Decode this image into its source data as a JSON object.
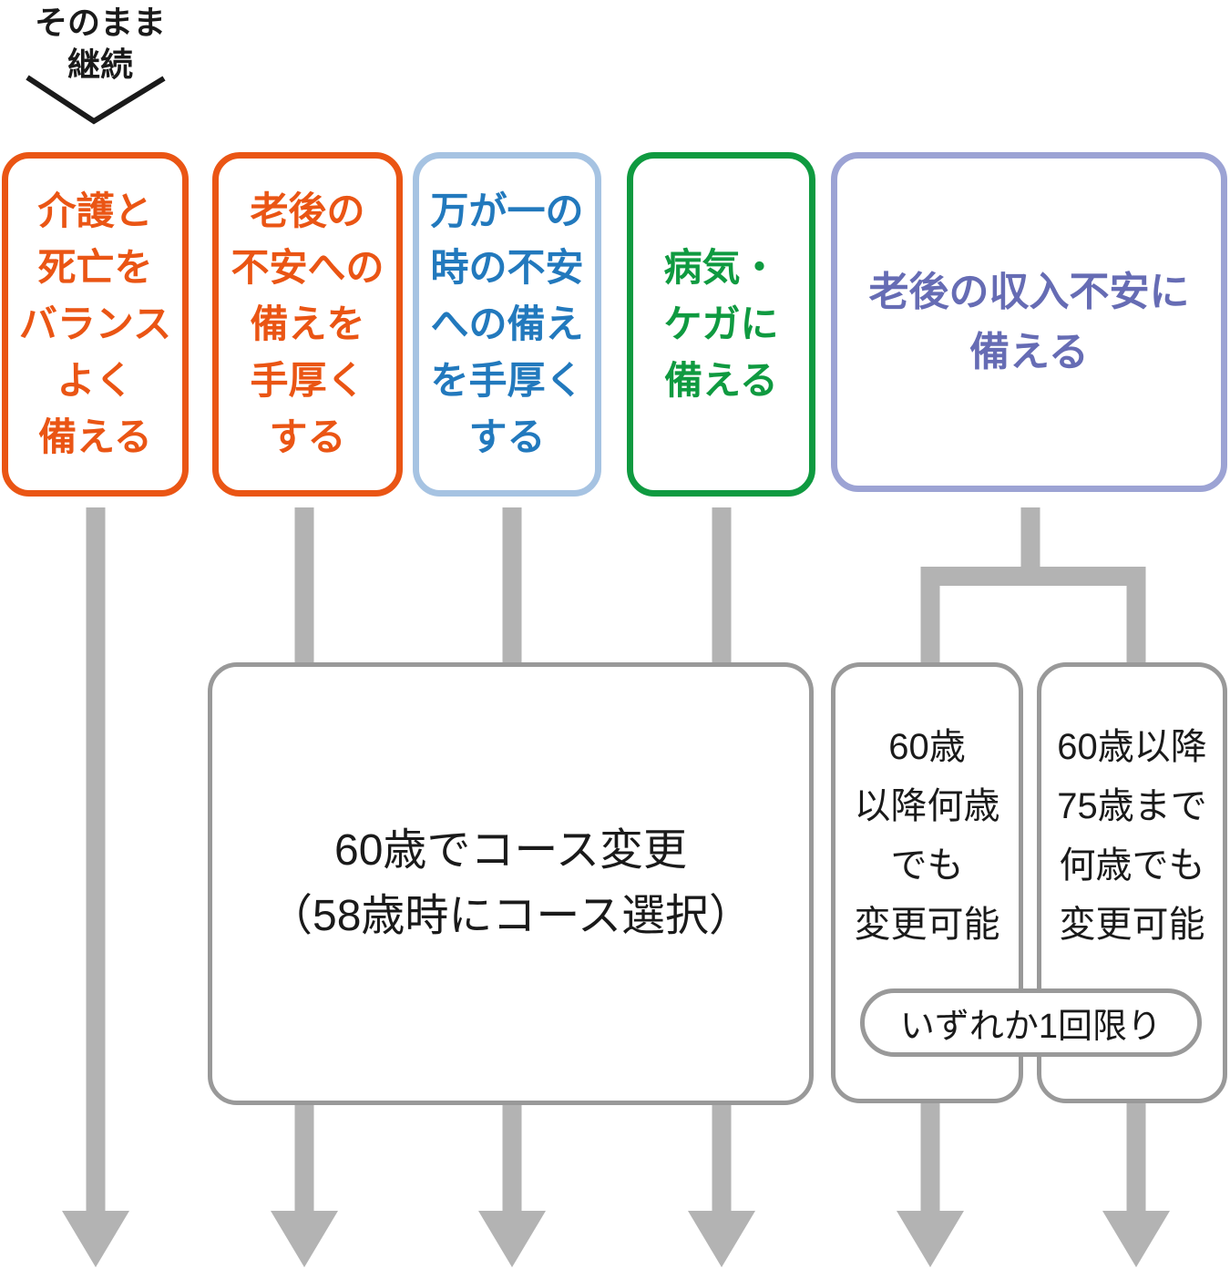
{
  "palette": {
    "orange": "#ea5514",
    "blue_text": "#2279bd",
    "blue_border": "#a6c3e2",
    "green": "#0f9a40",
    "purple_text": "#666cb4",
    "purple_border": "#9ca3d4",
    "arrow_gray": "#b3b3b3",
    "gray_box_border": "#999999",
    "black_text": "#1a1a1a"
  },
  "top_label": {
    "line1": "そのまま",
    "line2": "継続"
  },
  "course_boxes": [
    {
      "color": "orange",
      "lines": [
        "介護と",
        "死亡を",
        "バランス",
        "よく",
        "備える"
      ]
    },
    {
      "color": "orange",
      "lines": [
        "老後の",
        "不安への",
        "備えを",
        "手厚く",
        "する"
      ]
    },
    {
      "color": "blue",
      "lines": [
        "万が一の",
        "時の不安",
        "への備え",
        "を手厚く",
        "する"
      ]
    },
    {
      "color": "green",
      "lines": [
        "病気・",
        "ケガに",
        "備える"
      ]
    },
    {
      "color": "purple",
      "lines": [
        "老後の収入不安に",
        "備える"
      ]
    }
  ],
  "change_box": {
    "line1": "60歳でコース変更",
    "line2": "（58歳時にコース選択）"
  },
  "option_boxes": [
    {
      "lines": [
        "60歳",
        "以降何歳",
        "でも",
        "変更可能"
      ]
    },
    {
      "lines": [
        "60歳以降",
        "75歳まで",
        "何歳でも",
        "変更可能"
      ]
    }
  ],
  "once_pill": {
    "label": "いずれか1回限り"
  }
}
